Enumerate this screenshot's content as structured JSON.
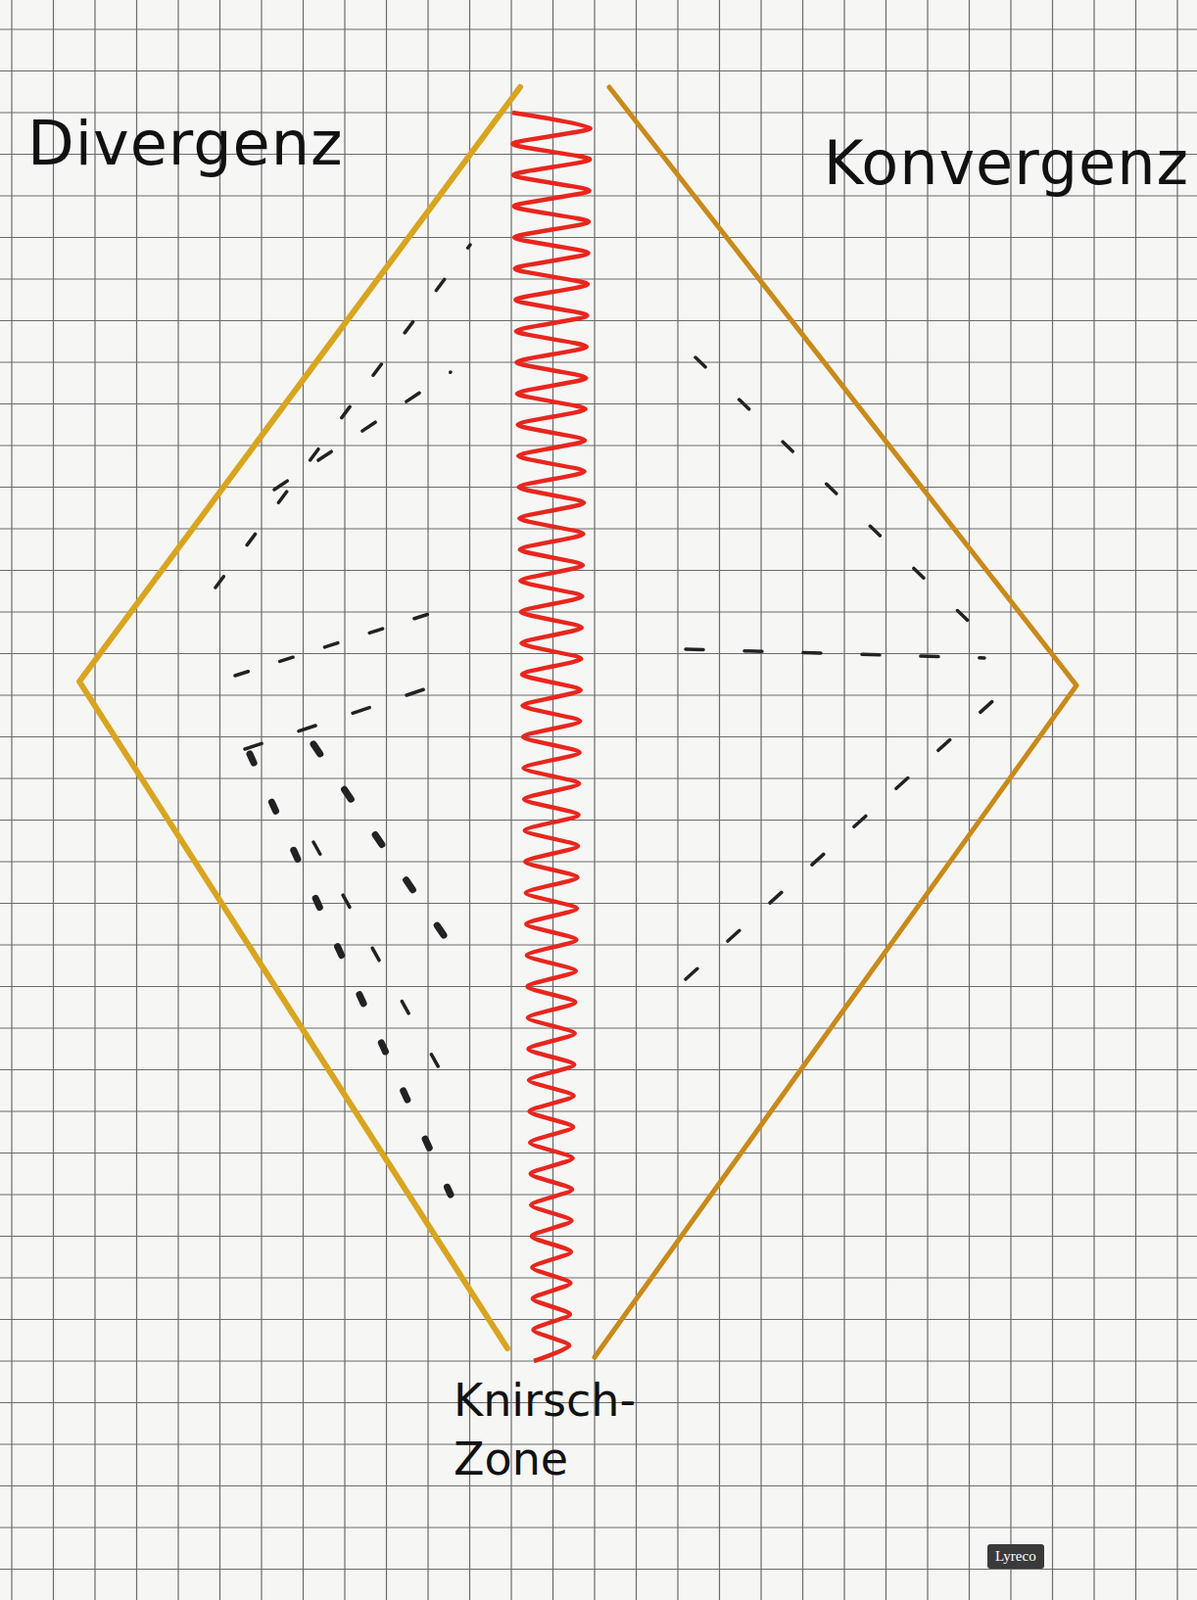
{
  "diagram": {
    "labels": [
      "Divergenz",
      "Konvergenz",
      "Knirsch- Zone",
      "Lyreco"
    ]
  }
}
